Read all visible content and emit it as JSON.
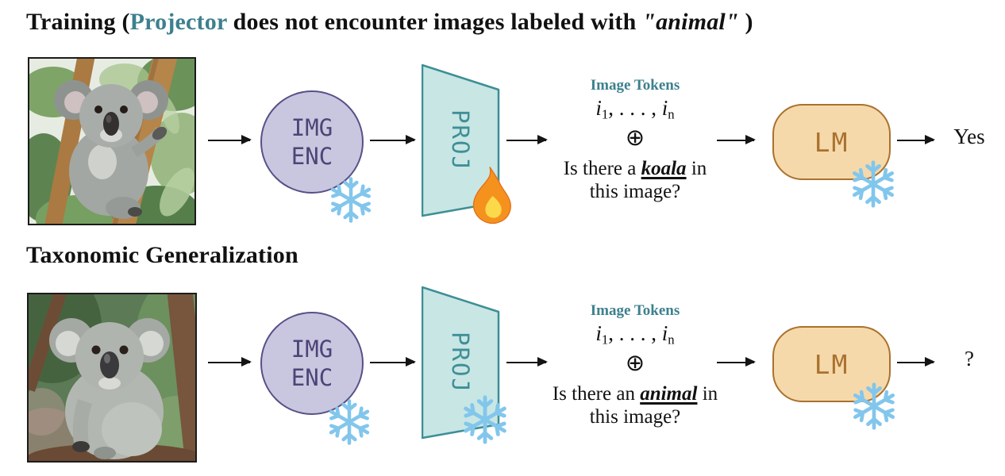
{
  "figure": {
    "title_training": {
      "prefix": "Training (",
      "highlight": "Projector",
      "middle": " does not encounter images labeled with ",
      "quoted": "\"animal\"",
      "suffix": " )"
    },
    "title_generalization": "Taxonomic Generalization",
    "blocks": {
      "encoder_line1": "IMG",
      "encoder_line2": "ENC",
      "projector": "PROJ",
      "language_model": "LM"
    },
    "tokens": {
      "label": "Image Tokens",
      "var": "i",
      "sub_first": "1",
      "dots": ", . . . , ",
      "sub_last": "n",
      "oplus": "⊕"
    },
    "row_training": {
      "image_description": "koala clinging to a eucalyptus branch",
      "question_prefix": "Is there a ",
      "question_keyword": "koala",
      "question_suffix": " in",
      "question_line2": "this image?",
      "output": "Yes",
      "projector_state_icon": "fire-icon",
      "encoder_state_icon": "snowflake-icon",
      "lm_state_icon": "snowflake-icon"
    },
    "row_generalization": {
      "image_description": "koala sitting on a branch",
      "question_prefix": "Is there an ",
      "question_keyword": "animal",
      "question_suffix": " in",
      "question_line2": "this image?",
      "output": "?",
      "projector_state_icon": "snowflake-icon",
      "encoder_state_icon": "snowflake-icon",
      "lm_state_icon": "snowflake-icon"
    },
    "colors": {
      "teal_accent": "#3d808e",
      "projector_fill": "#c8e6e4",
      "projector_stroke": "#3d8e96",
      "encoder_fill": "#c9c6df",
      "encoder_stroke": "#575087",
      "encoder_text": "#4c4577",
      "lm_fill": "#f5d9ab",
      "lm_stroke": "#aa712d",
      "lm_text": "#aa722f",
      "snowflake_blue": "#82c6ec",
      "flame_orange": "#f5921e",
      "flame_yellow": "#fcd94b",
      "arrow_black": "#141414"
    }
  }
}
